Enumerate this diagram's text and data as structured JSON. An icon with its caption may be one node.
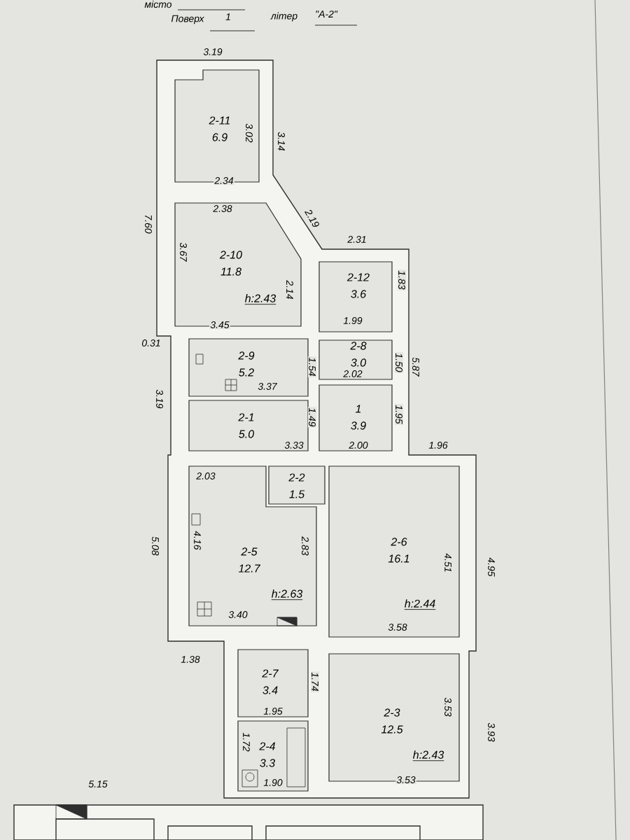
{
  "diagram": {
    "nodes": [
      {
        "text": [
          "2-11",
          "6.9"
        ]
      },
      {
        "text": [
          "2-10",
          "11.8",
          "h:2.43"
        ]
      },
      {
        "text": [
          "2-12",
          "3.6"
        ]
      },
      {
        "text": [
          "2-9",
          "5.2"
        ]
      },
      {
        "text": [
          "2-8",
          "3.0"
        ]
      },
      {
        "text": [
          "2-1",
          "5.0"
        ]
      },
      {
        "text": [
          "1",
          "3.9"
        ]
      },
      {
        "text": [
          "2-2",
          "1.5"
        ]
      },
      {
        "text": [
          "2-5",
          "12.7",
          "h:2.63"
        ]
      },
      {
        "text": [
          "2-6",
          "16.1",
          "h:2.44"
        ]
      },
      {
        "text": [
          "2-7",
          "3.4"
        ]
      },
      {
        "text": [
          "2-3",
          "12.5",
          "h:2.43"
        ]
      },
      {
        "text": [
          "2-4",
          "3.3"
        ]
      }
    ],
    "labels": [
      "місто",
      "Поверх",
      "1",
      "літер",
      "\"А-2\"",
      "3.19",
      "3.02",
      "3.14",
      "2.34",
      "2.38",
      "7.60",
      "2.19",
      "2.31",
      "3.67",
      "1.83",
      "2.14",
      "1.99",
      "3.45",
      "0.31",
      "1.54",
      "1.50",
      "5.87",
      "3.37",
      "2.02",
      "3.19",
      "1.49",
      "1.95",
      "3.33",
      "2.00",
      "1.96",
      "2.03",
      "5.08",
      "4.16",
      "2.83",
      "4.51",
      "4.95",
      "3.40",
      "3.58",
      "1.38",
      "1.74",
      "1.95",
      "1.72",
      "3.53",
      "3.93",
      "1.90",
      "3.53",
      "5.15"
    ]
  }
}
